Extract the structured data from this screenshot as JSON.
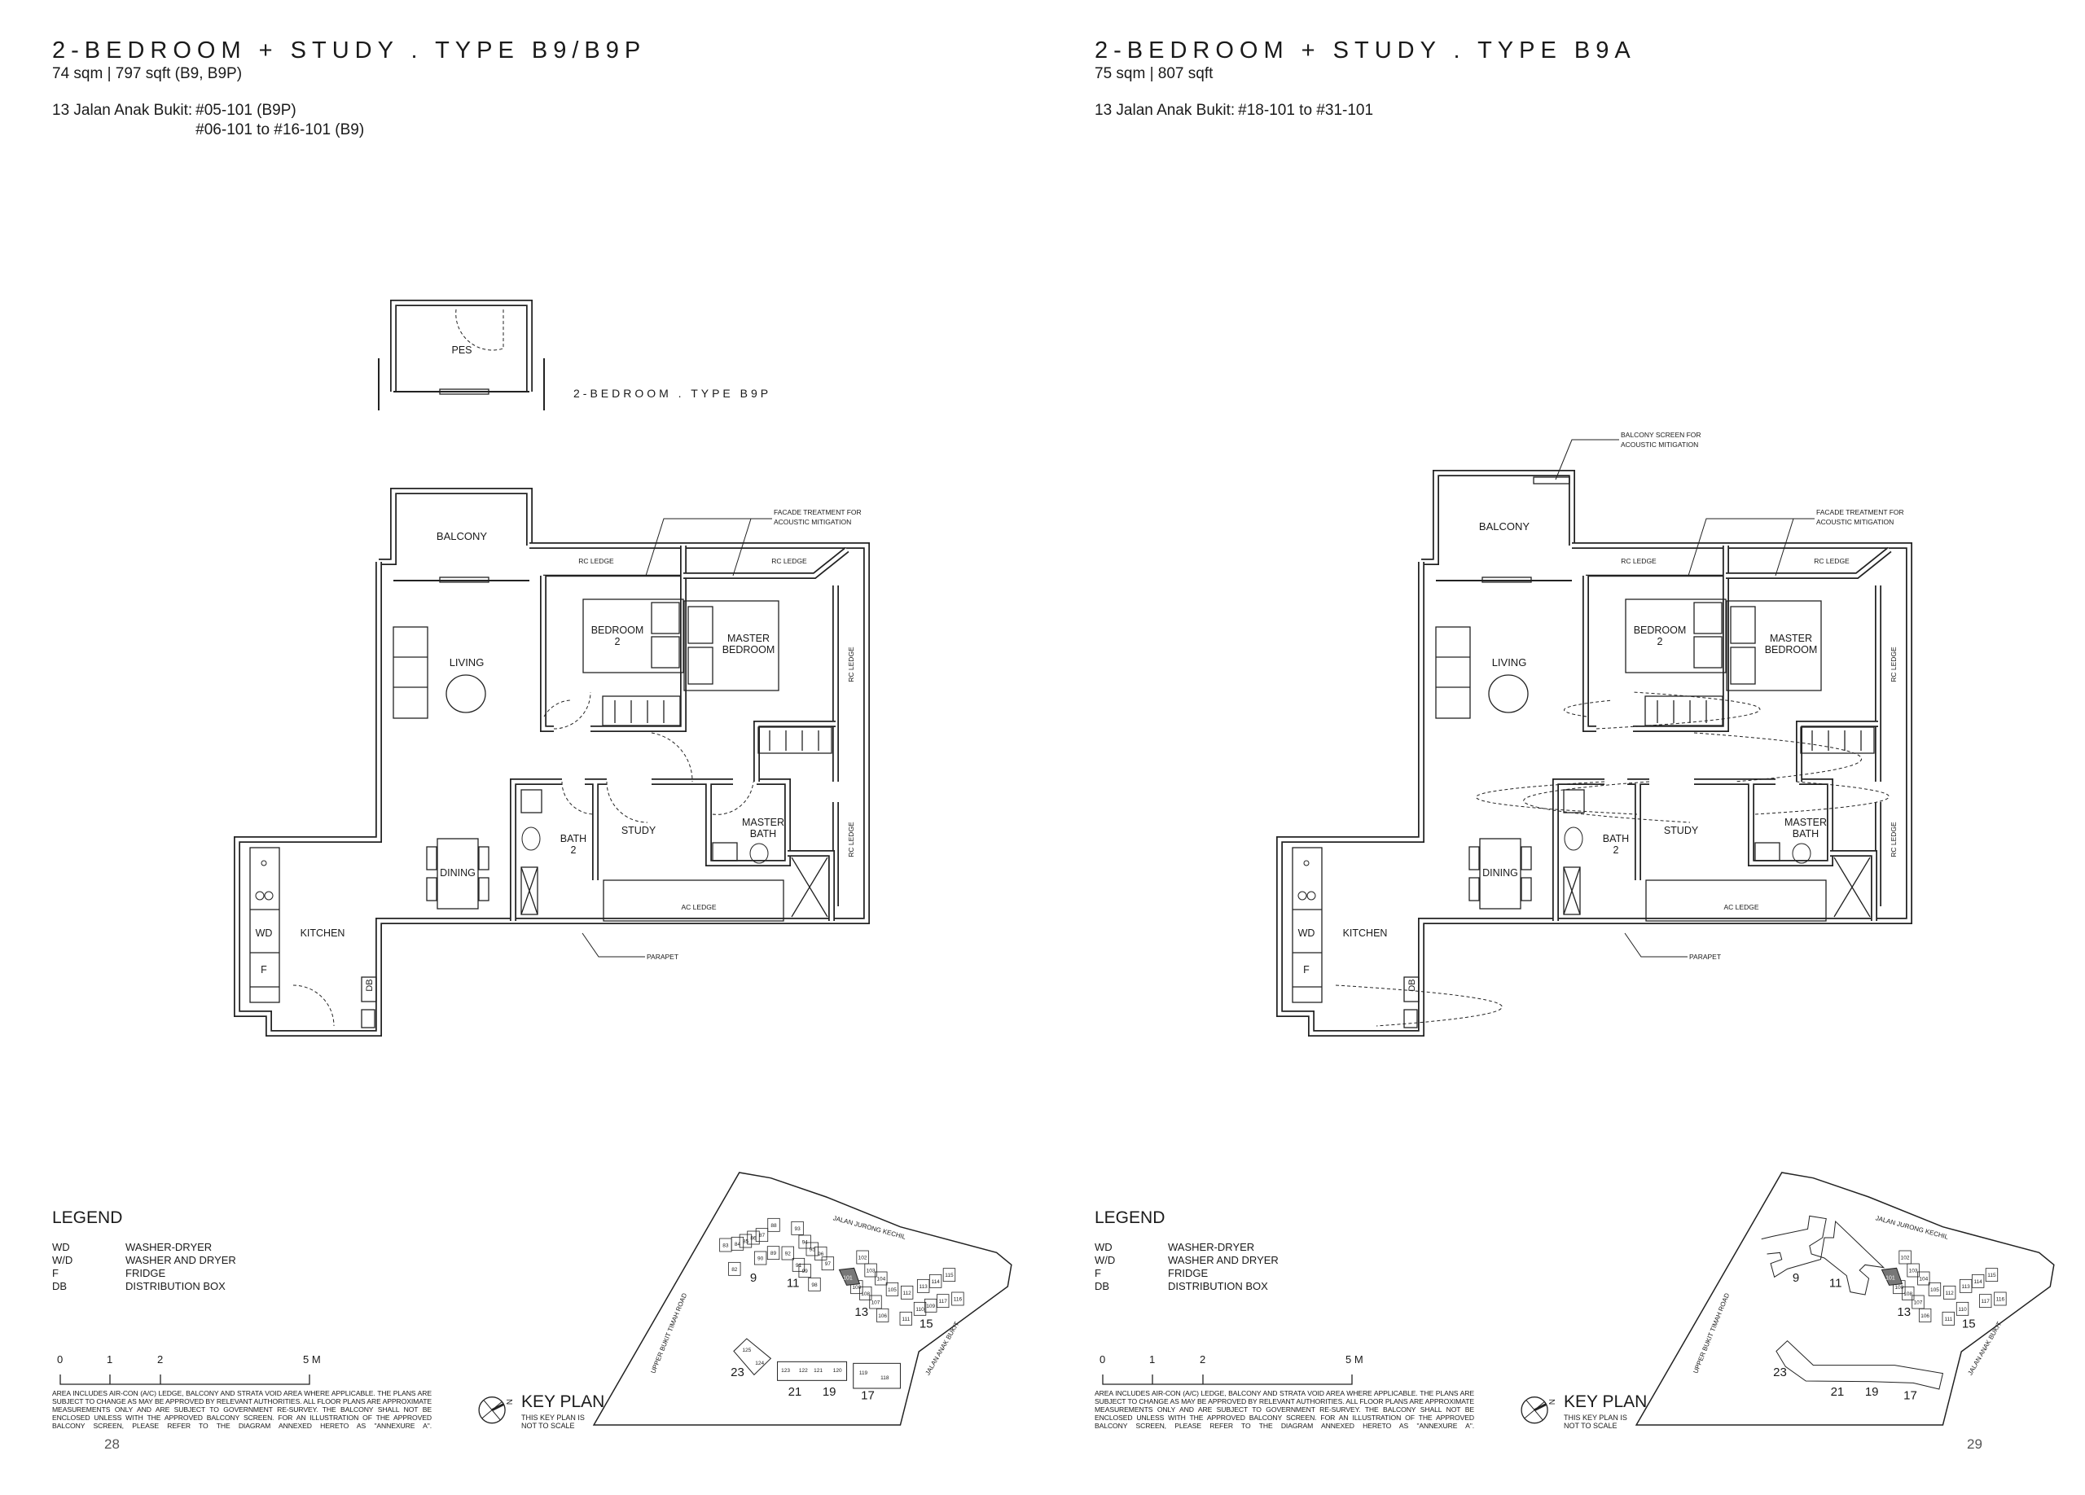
{
  "pages": [
    {
      "title": "2-BEDROOM + STUDY . TYPE B9/B9P",
      "area": "74 sqm | 797 sqft (B9, B9P)",
      "address_label": "13 Jalan Anak Bukit:",
      "address_lines": [
        "#05-101 (B9P)",
        "#06-101 to #16-101 (B9)"
      ],
      "variant_label": "2-BEDROOM . TYPE B9P",
      "variant_room": "PES",
      "page_number": "28"
    },
    {
      "title": "2-BEDROOM + STUDY . TYPE B9A",
      "area": "75 sqm | 807 sqft",
      "address_label": "13 Jalan Anak Bukit:",
      "address_lines": [
        "#18-101 to #31-101"
      ],
      "balcony_screen_note": [
        "BALCONY SCREEN FOR",
        "ACOUSTIC MITIGATION"
      ],
      "page_number": "29"
    }
  ],
  "rooms": {
    "balcony": "BALCONY",
    "living": "LIVING",
    "bedroom2": [
      "BEDROOM",
      "2"
    ],
    "master_bedroom": [
      "MASTER",
      "BEDROOM"
    ],
    "study": "STUDY",
    "bath2": [
      "BATH",
      "2"
    ],
    "master_bath": [
      "MASTER",
      "BATH"
    ],
    "dining": "DINING",
    "kitchen": "KITCHEN",
    "wd": "WD",
    "fridge": "F",
    "db": "DB",
    "ac_ledge": "AC LEDGE",
    "rc_ledge": "RC LEDGE",
    "parapet": "PARAPET",
    "facade_note": [
      "FACADE TREATMENT FOR",
      "ACOUSTIC MITIGATION"
    ]
  },
  "legend": {
    "title": "LEGEND",
    "items": [
      {
        "code": "WD",
        "desc": "WASHER-DRYER"
      },
      {
        "code": "W/D",
        "desc": "WASHER AND DRYER"
      },
      {
        "code": "F",
        "desc": "FRIDGE"
      },
      {
        "code": "DB",
        "desc": "DISTRIBUTION BOX"
      }
    ]
  },
  "scale": {
    "ticks": [
      "0",
      "1",
      "2",
      "5 M"
    ],
    "values": [
      0,
      1,
      2,
      5
    ]
  },
  "disclaimer": "AREA INCLUDES AIR-CON (A/C) LEDGE, BALCONY AND STRATA VOID AREA WHERE APPLICABLE. THE PLANS ARE SUBJECT TO CHANGE AS MAY BE APPROVED BY RELEVANT AUTHORITIES. ALL FLOOR PLANS ARE APPROXIMATE MEASUREMENTS ONLY AND ARE SUBJECT TO GOVERNMENT RE-SURVEY. THE BALCONY SHALL NOT BE ENCLOSED UNLESS WITH THE APPROVED BALCONY SCREEN. FOR AN ILLUSTRATION OF THE APPROVED BALCONY SCREEN, PLEASE REFER TO THE DIAGRAM ANNEXED HERETO AS \"ANNEXURE A\".",
  "keyplan": {
    "title": "KEY PLAN",
    "subtitle": [
      "THIS KEY PLAN IS",
      "NOT TO SCALE"
    ],
    "north": "N",
    "roads": [
      "JALAN JURONG KECHIL",
      "UPPER BUKIT TIMAH ROAD",
      "JALAN ANAK BUKIT"
    ],
    "blocks": [
      "9",
      "11",
      "13",
      "15",
      "23",
      "21",
      "19",
      "17"
    ],
    "highlighted_unit": "101",
    "units_left": [
      "83",
      "82",
      "84",
      "85",
      "86",
      "87",
      "88",
      "89",
      "90",
      "92",
      "93",
      "94",
      "95",
      "96",
      "97",
      "98",
      "99",
      "91",
      "102",
      "103",
      "104",
      "105",
      "100",
      "108",
      "107",
      "106",
      "112",
      "113",
      "114",
      "115",
      "116",
      "117",
      "109",
      "110",
      "111",
      "125",
      "124",
      "123",
      "122",
      "121",
      "120",
      "119",
      "118"
    ],
    "units_right": [
      "102",
      "103",
      "104",
      "105",
      "100",
      "108",
      "107",
      "106",
      "112",
      "113",
      "114",
      "115",
      "116",
      "117",
      "110",
      "111"
    ],
    "highlight_color": "#777777"
  }
}
